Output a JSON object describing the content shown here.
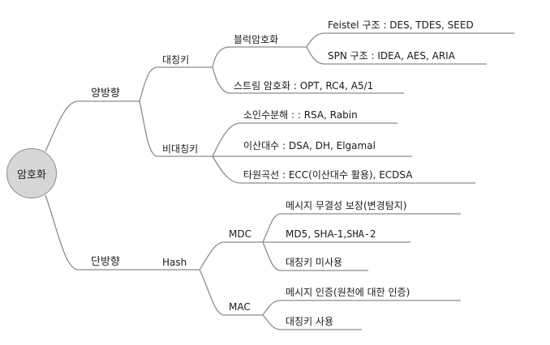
{
  "root": {
    "label": "암호화"
  },
  "bidirectional": {
    "label": "양방향",
    "symmetric": {
      "label": "대칭키",
      "block": {
        "label": "블럭암호화",
        "items": [
          "Feistel 구조 : DES, TDES, SEED",
          "SPN 구조 : IDEA, AES, ARIA"
        ]
      },
      "stream": "스트림 암호화 : OPT, RC4, A5/1"
    },
    "asymmetric": {
      "label": "비대칭키",
      "items": [
        "소인수분해 : : RSA, Rabin",
        "이산대수 : DSA, DH, Elgamal",
        "타원곡선 : ECC(이산대수 활용), ECDSA"
      ]
    }
  },
  "oneway": {
    "label": "단방향",
    "hash": {
      "label": "Hash",
      "mdc": {
        "label": "MDC",
        "items": [
          "메시지 무결성 보장(변경탐지)",
          "MD5, SHA-1,",
          "SHA-2",
          "대칭키 미사용"
        ]
      },
      "mac": {
        "label": "MAC",
        "items": [
          "메시지 인증(원천에 대한 인증)",
          "대칭키 사용"
        ]
      }
    }
  }
}
